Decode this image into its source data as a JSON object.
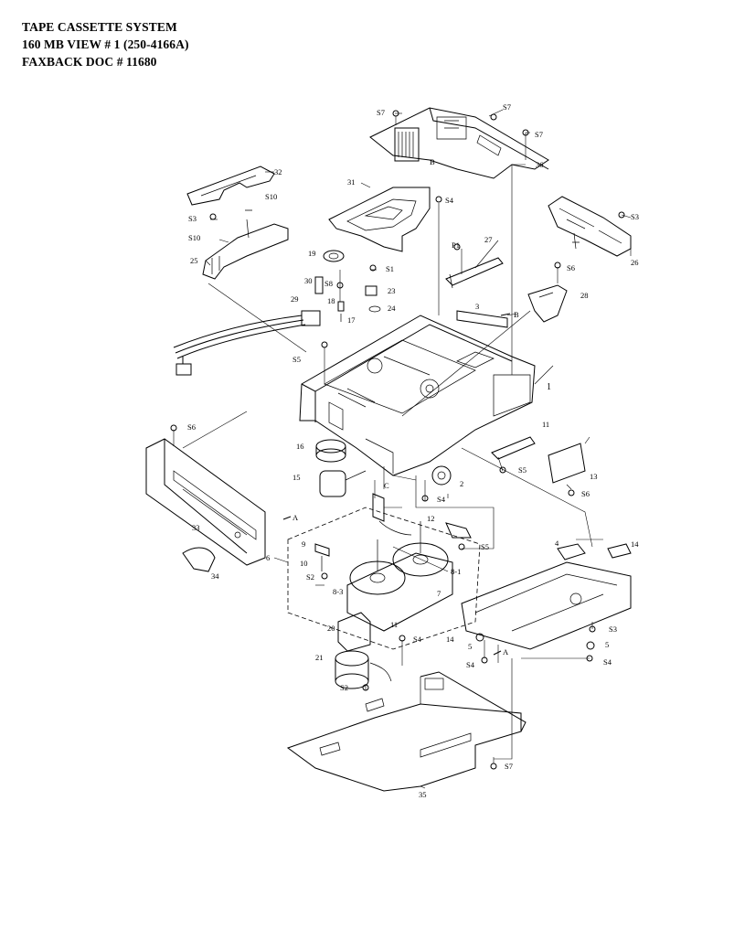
{
  "header": {
    "line1": "TAPE CASSETTE SYSTEM",
    "line2": "160 MB VIEW # 1  (250-4166A)",
    "line3": "FAXBACK DOC # 11680"
  },
  "callouts": [
    {
      "id": "S7a",
      "text": "S7"
    },
    {
      "id": "S7b",
      "text": "S7"
    },
    {
      "id": "S7c",
      "text": "S7"
    },
    {
      "id": "Ba",
      "text": "B"
    },
    {
      "id": "36",
      "text": "36"
    },
    {
      "id": "32",
      "text": "32"
    },
    {
      "id": "31",
      "text": "31"
    },
    {
      "id": "S4a",
      "text": "S4"
    },
    {
      "id": "S10a",
      "text": "S10"
    },
    {
      "id": "S3a",
      "text": "S3"
    },
    {
      "id": "S10b",
      "text": "S10"
    },
    {
      "id": "25",
      "text": "25"
    },
    {
      "id": "S3b",
      "text": "S3"
    },
    {
      "id": "26",
      "text": "26"
    },
    {
      "id": "19",
      "text": "19"
    },
    {
      "id": "S1",
      "text": "S1"
    },
    {
      "id": "P1",
      "text": "P1"
    },
    {
      "id": "27",
      "text": "27"
    },
    {
      "id": "S6a",
      "text": "S6"
    },
    {
      "id": "28",
      "text": "28"
    },
    {
      "id": "30",
      "text": "30"
    },
    {
      "id": "S8",
      "text": "S8"
    },
    {
      "id": "23",
      "text": "23"
    },
    {
      "id": "29",
      "text": "29"
    },
    {
      "id": "18",
      "text": "18"
    },
    {
      "id": "24",
      "text": "24"
    },
    {
      "id": "3",
      "text": "3"
    },
    {
      "id": "Bb",
      "text": "B"
    },
    {
      "id": "17",
      "text": "17"
    },
    {
      "id": "S5a",
      "text": "S5"
    },
    {
      "id": "1",
      "text": "1"
    },
    {
      "id": "S6b",
      "text": "S6"
    },
    {
      "id": "11",
      "text": "11"
    },
    {
      "id": "16",
      "text": "16"
    },
    {
      "id": "S5b",
      "text": "S5"
    },
    {
      "id": "13",
      "text": "13"
    },
    {
      "id": "15",
      "text": "15"
    },
    {
      "id": "2",
      "text": "2"
    },
    {
      "id": "C",
      "text": "C"
    },
    {
      "id": "S6c",
      "text": "S6"
    },
    {
      "id": "S4b",
      "text": "S4"
    },
    {
      "id": "33",
      "text": "33"
    },
    {
      "id": "Aa",
      "text": "A"
    },
    {
      "id": "12",
      "text": "12"
    },
    {
      "id": "S5c",
      "text": "S5"
    },
    {
      "id": "9",
      "text": "9"
    },
    {
      "id": "10",
      "text": "10"
    },
    {
      "id": "S2a",
      "text": "S2"
    },
    {
      "id": "34",
      "text": "34"
    },
    {
      "id": "6",
      "text": "6"
    },
    {
      "id": "8-1",
      "text": "8-1"
    },
    {
      "id": "8-3",
      "text": "8-3"
    },
    {
      "id": "7",
      "text": "7"
    },
    {
      "id": "4",
      "text": "4"
    },
    {
      "id": "14a",
      "text": "14"
    },
    {
      "id": "20",
      "text": "20"
    },
    {
      "id": "11b",
      "text": "11"
    },
    {
      "id": "14b",
      "text": "14"
    },
    {
      "id": "S4c",
      "text": "S4"
    },
    {
      "id": "S3c",
      "text": "S3"
    },
    {
      "id": "21",
      "text": "21"
    },
    {
      "id": "5a",
      "text": "5"
    },
    {
      "id": "5b",
      "text": "5"
    },
    {
      "id": "Ab",
      "text": "A"
    },
    {
      "id": "S4d",
      "text": "S4"
    },
    {
      "id": "S4e",
      "text": "S4"
    },
    {
      "id": "S2b",
      "text": "S2"
    },
    {
      "id": "S7d",
      "text": "S7"
    },
    {
      "id": "35",
      "text": "35"
    }
  ]
}
